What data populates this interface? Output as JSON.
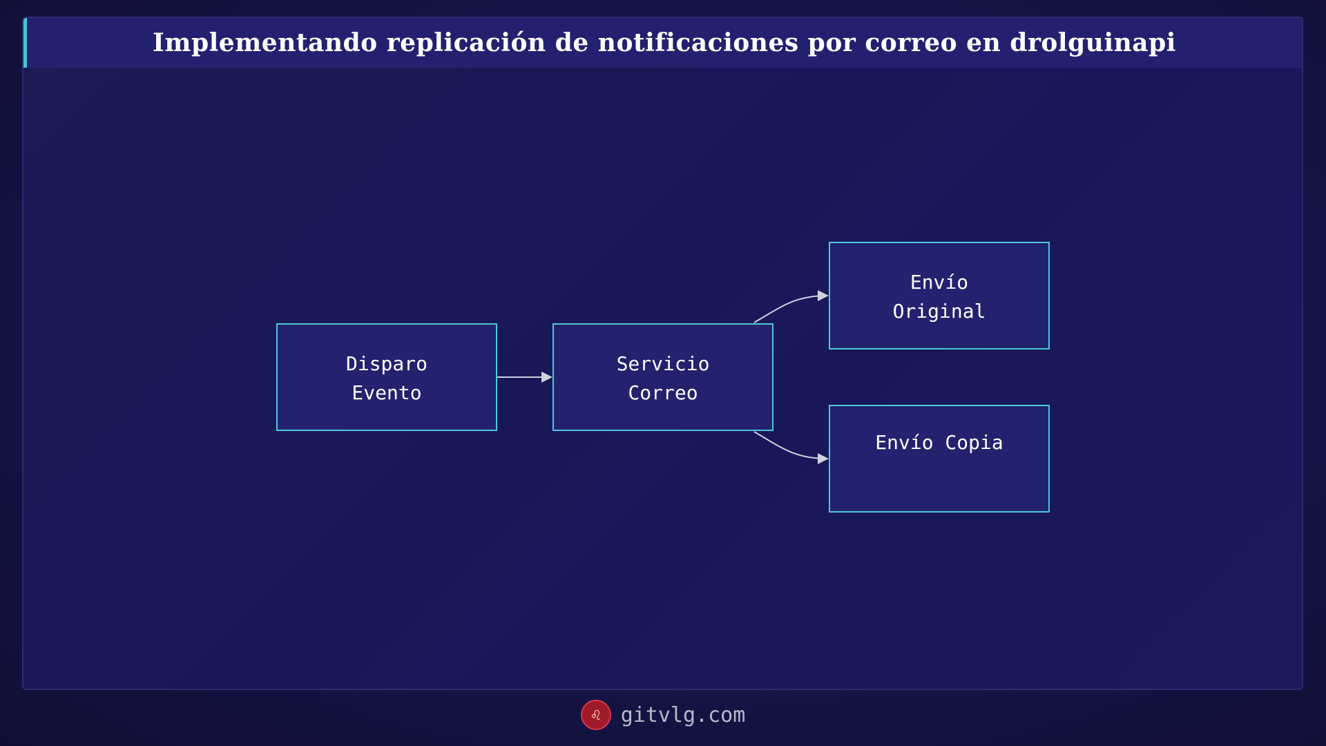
{
  "title": "Implementando replicación de notificaciones por correo en drolguinapi",
  "nodes": [
    {
      "id": "disparo",
      "label": "Disparo\nEvento"
    },
    {
      "id": "servicio",
      "label": "Servicio\nCorreo"
    },
    {
      "id": "original",
      "label": "Envío\nOriginal"
    },
    {
      "id": "copia",
      "label": "Envío Copia"
    }
  ],
  "edges": [
    {
      "from": "disparo",
      "to": "servicio"
    },
    {
      "from": "servicio",
      "to": "original"
    },
    {
      "from": "servicio",
      "to": "copia"
    }
  ],
  "footer": {
    "site": "gitvlg.com",
    "logo_icon": "lion-icon"
  },
  "colors": {
    "accent": "#3ec8d0",
    "node_fill": "#23226f",
    "node_border": "#4ec9d6",
    "edge": "#d0d0e0"
  }
}
